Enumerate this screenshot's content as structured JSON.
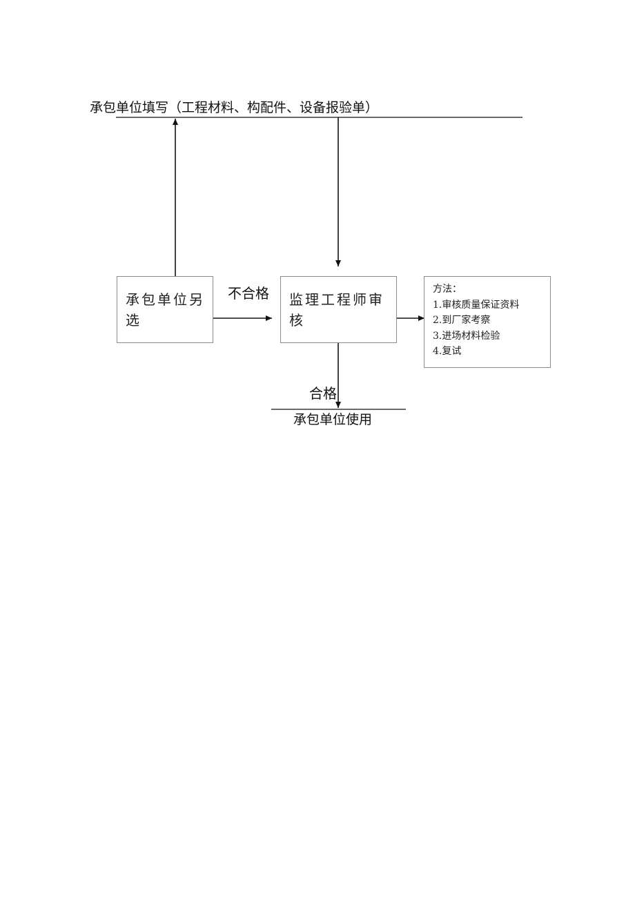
{
  "flowchart": {
    "top_form": "承包单位填写（工程材料、构配件、设备报验单）",
    "node_reselect": "承包单位另选",
    "node_review": "监理工程师审核",
    "edge_fail": "不合格",
    "edge_pass": "合格",
    "end_use": "承包单位使用",
    "methods": {
      "title": "方法：",
      "items": [
        "1.审核质量保证资料",
        "2.到厂家考察",
        "3.进场材料检验",
        "4.复试"
      ]
    }
  }
}
